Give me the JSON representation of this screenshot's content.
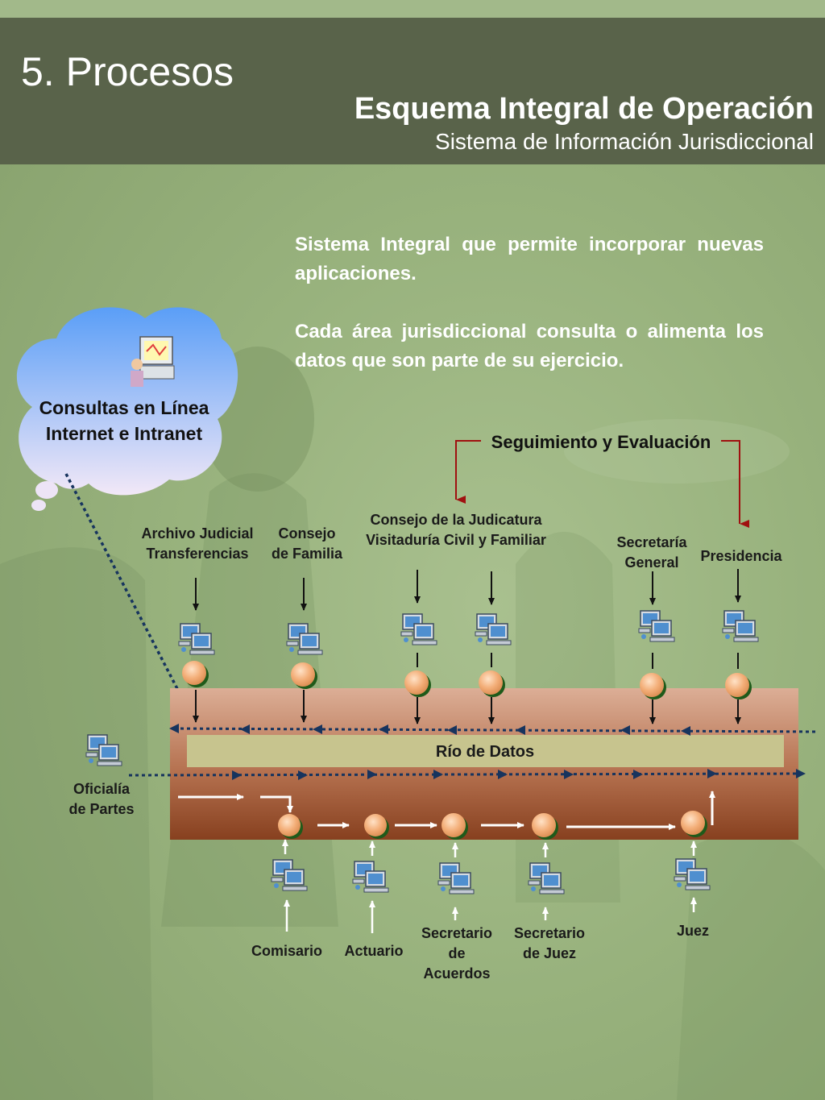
{
  "title": "5. Procesos",
  "subtitle": "Esquema  Integral de Operación",
  "subtitle2": "Sistema de Información Jurisdiccional",
  "paragraph1": "Sistema Integral que permite  incorporar nuevas aplicaciones.",
  "paragraph2": "Cada área jurisdiccional consulta o alimenta los datos que son parte de su ejercicio.",
  "cloud": {
    "line1": "Consultas en Línea",
    "line2": "Internet e Intranet"
  },
  "seguimiento": "Seguimiento y Evaluación",
  "river": "Río de Datos",
  "top_nodes": [
    {
      "line1": "Archivo Judicial",
      "line2": "Transferencias"
    },
    {
      "line1": "Consejo",
      "line2": "de Familia"
    },
    {
      "line1": "Consejo de la Judicatura",
      "line2": "Visitaduría Civil y Familiar"
    },
    {
      "line1": "Secretaría",
      "line2": "General"
    },
    {
      "line1": "Presidencia",
      "line2": ""
    }
  ],
  "oficialia": {
    "line1": "Oficialía",
    "line2": "de Partes"
  },
  "bottom_nodes": [
    {
      "line1": "Comisario",
      "line2": "",
      "line3": ""
    },
    {
      "line1": "Actuario",
      "line2": "",
      "line3": ""
    },
    {
      "line1": "Secretario",
      "line2": "de",
      "line3": "Acuerdos"
    },
    {
      "line1": "Secretario",
      "line2": "de Juez",
      "line3": ""
    },
    {
      "line1": "Juez",
      "line2": "",
      "line3": ""
    }
  ],
  "colors": {
    "header": "#59634a",
    "river_top": "#dcae96",
    "river_bottom": "#87401f",
    "band": "#c7c48e",
    "arrow_red": "#a01010",
    "dotted": "#17345e",
    "node": "#f3ae78"
  },
  "icons": [
    "computer-icon",
    "user-at-terminal-icon"
  ]
}
